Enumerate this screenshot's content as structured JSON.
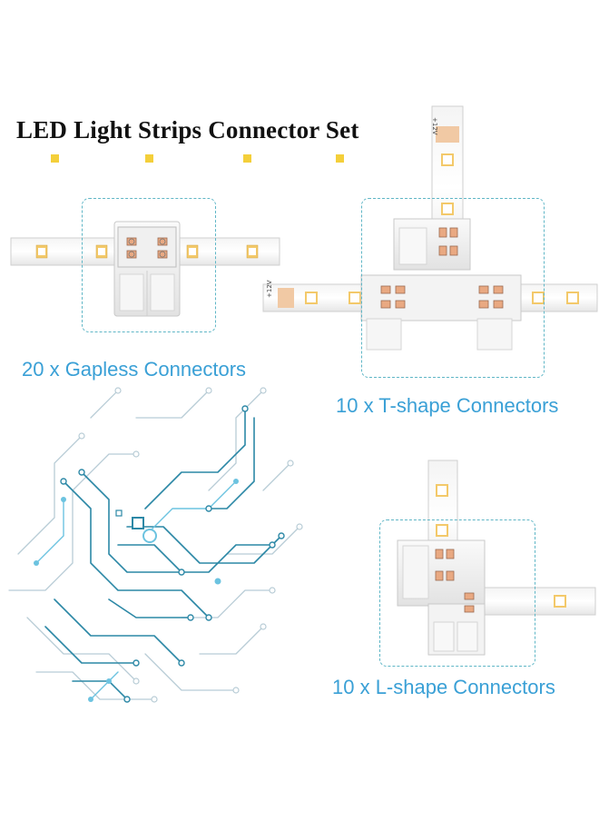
{
  "title": "LED Light Strips Connector Set",
  "captions": {
    "gapless": "20 x Gapless Connectors",
    "t_shape": "10 x T-shape Connectors",
    "l_shape": "10 x L-shape Connectors"
  },
  "strip_markings": {
    "vertical_t": "+12V",
    "horizontal_t": "+12V"
  },
  "colors": {
    "caption_blue": "#3aa0d6",
    "dashed_box": "#5fb6c6",
    "bullet_yellow": "#f4cf3a",
    "circuit_dark": "#2c88a6",
    "circuit_light": "#a9c4d0"
  },
  "icons": [
    "bullet-square",
    "led-strip",
    "connector-clip",
    "circuit-board-pattern"
  ]
}
